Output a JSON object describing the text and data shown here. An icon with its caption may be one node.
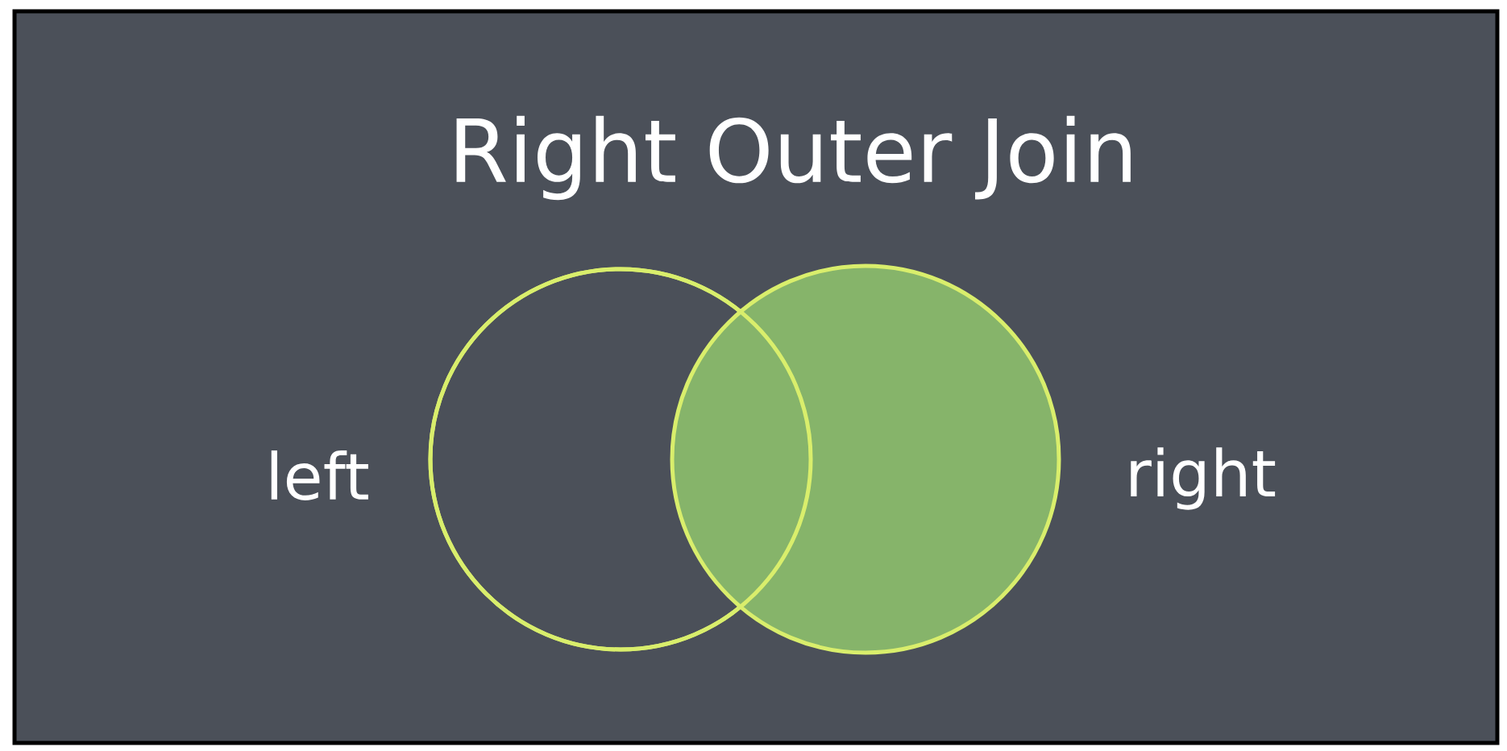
{
  "diagram": {
    "title": "Right Outer Join",
    "nodes": [
      {
        "text": [],
        "shape": "circle",
        "beside": [
          "left"
        ]
      },
      {
        "text": [],
        "shape": "circle",
        "beside": [
          "right"
        ]
      }
    ],
    "edges": []
  }
}
